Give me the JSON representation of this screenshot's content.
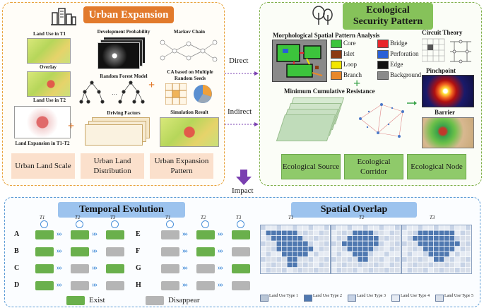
{
  "urban": {
    "title": "Urban Expansion",
    "land_use_t1": "Land Use in T1",
    "overlay": "Overlay",
    "land_use_t2": "Land Use in T2",
    "land_expansion": "Land Expansion in T1-T2",
    "development_probability": "Development Probability",
    "random_forest": "Random Forest Model",
    "driving_factors": "Driving Factors",
    "markov_chain": "Markov Chain",
    "ca_model": "CA based on Multiple Random Seeds",
    "simulation_result": "Simulation Result",
    "outputs": [
      "Urban Land Scale",
      "Urban Land Distribution",
      "Urban Expansion Pattern"
    ]
  },
  "links": {
    "direct": "Direct",
    "indirect": "Indirect",
    "impact": "Impact"
  },
  "eco": {
    "title_line1": "Ecological",
    "title_line2": "Security Pattern",
    "mspa_title": "Morphological Spatial Pattern Analysis",
    "mspa_legend": [
      {
        "label": "Core",
        "color": "#3cc43c"
      },
      {
        "label": "Bridge",
        "color": "#e8262b"
      },
      {
        "label": "Islet",
        "color": "#8b3a12"
      },
      {
        "label": "Perforation",
        "color": "#2a5fd6"
      },
      {
        "label": "Loop",
        "color": "#f2e600"
      },
      {
        "label": "Edge",
        "color": "#111111"
      },
      {
        "label": "Branch",
        "color": "#e8882a"
      },
      {
        "label": "Background",
        "color": "#8a8a8a"
      }
    ],
    "circuit_theory": "Circuit Theory",
    "pinchpoint": "Pinchpoint",
    "barrier": "Barrier",
    "mcr_title": "Minimum Cumulative Resistance",
    "outputs": [
      "Ecological Source",
      "Ecological Corridor",
      "Ecological Node"
    ]
  },
  "temporal": {
    "title": "Temporal Evolution",
    "t_labels": [
      "T1",
      "T2",
      "T3"
    ],
    "rows_left": [
      {
        "label": "A",
        "states": [
          "exist",
          "exist",
          "exist"
        ]
      },
      {
        "label": "B",
        "states": [
          "exist",
          "exist",
          "disappear"
        ]
      },
      {
        "label": "C",
        "states": [
          "exist",
          "disappear",
          "exist"
        ]
      },
      {
        "label": "D",
        "states": [
          "exist",
          "disappear",
          "disappear"
        ]
      }
    ],
    "rows_right": [
      {
        "label": "E",
        "states": [
          "disappear",
          "exist",
          "exist"
        ]
      },
      {
        "label": "F",
        "states": [
          "disappear",
          "exist",
          "disappear"
        ]
      },
      {
        "label": "G",
        "states": [
          "disappear",
          "disappear",
          "exist"
        ]
      },
      {
        "label": "H",
        "states": [
          "disappear",
          "disappear",
          "disappear"
        ]
      }
    ],
    "legend_exist": "Exist",
    "legend_disappear": "Disappear"
  },
  "spatial": {
    "title": "Spatial Overlap",
    "t_labels": [
      "T1",
      "T2",
      "T3"
    ],
    "legend": [
      {
        "label": "Land Use Type 1",
        "color": "#b9c6d6"
      },
      {
        "label": "Land Use Type 2",
        "color": "#4f78b0"
      },
      {
        "label": "Land Use Type 3",
        "color": "#c7d3e6"
      },
      {
        "label": "Land Use Type 4",
        "color": "#e6ebf3"
      },
      {
        "label": "Land Use Type 5",
        "color": "#d7dee9"
      }
    ]
  }
}
